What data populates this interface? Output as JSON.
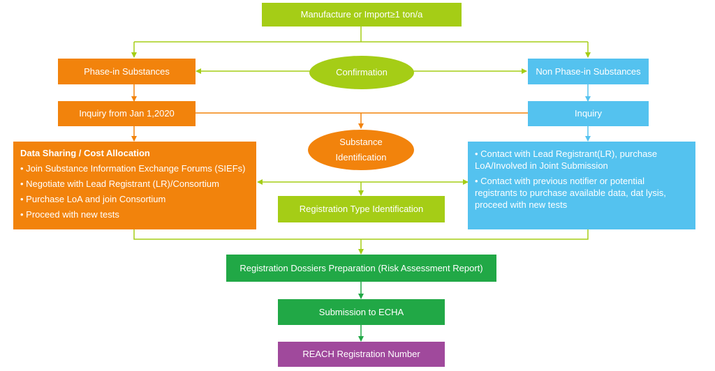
{
  "nodes": {
    "manufacture": "Manufacture or Import≥1 ton/a",
    "confirmation": "Confirmation",
    "phase_in": "Phase-in Substances",
    "non_phase_in": "Non Phase-in Substances",
    "inquiry_jan": "Inquiry from Jan 1,2020",
    "inquiry": "Inquiry",
    "substance_id": "Substance Identification",
    "data_sharing": {
      "title": "Data Sharing / Cost Allocation",
      "items": [
        "Join Substance Information Exchange Forums (SIEFs)",
        "Negotiate with Lead Registrant (LR)/Consortium",
        "Purchase LoA and join Consortium",
        "Proceed with new tests"
      ]
    },
    "contact": {
      "items": [
        "Contact with Lead Registrant(LR), purchase LoA/Involved in Joint Submission",
        "Contact with previous notifier or potential registrants to purchase available data, dat lysis, proceed with new tests"
      ]
    },
    "reg_type": "Registration Type Identification",
    "dossier": "Registration Dossiers Preparation (Risk Assessment Report)",
    "submission": "Submission to ECHA",
    "reach": "REACH Registration Number"
  },
  "colors": {
    "light_green": "#a5cd16",
    "orange": "#f2830c",
    "blue": "#54c2ef",
    "dark_green": "#21a846",
    "purple": "#a0499c"
  }
}
